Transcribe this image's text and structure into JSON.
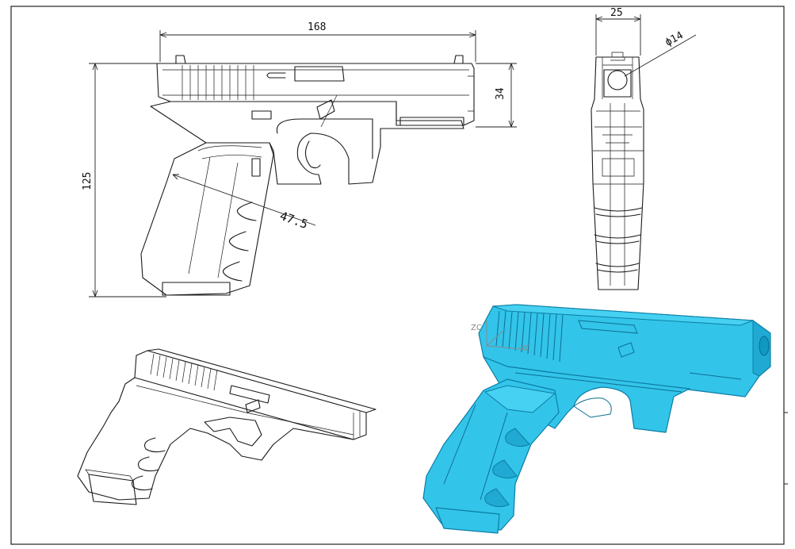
{
  "dimensions": {
    "overall_length": "168",
    "slide_height": "34",
    "overall_height": "125",
    "grip_width": "47.5",
    "top_width": "25",
    "bore_diameter": "ϕ14"
  },
  "axes": {
    "zc": "ZC",
    "xc": "XC"
  },
  "colors": {
    "solid_fill": "#33c4ea",
    "solid_edge": "#0c7ea3",
    "line": "#1a1a1a"
  }
}
